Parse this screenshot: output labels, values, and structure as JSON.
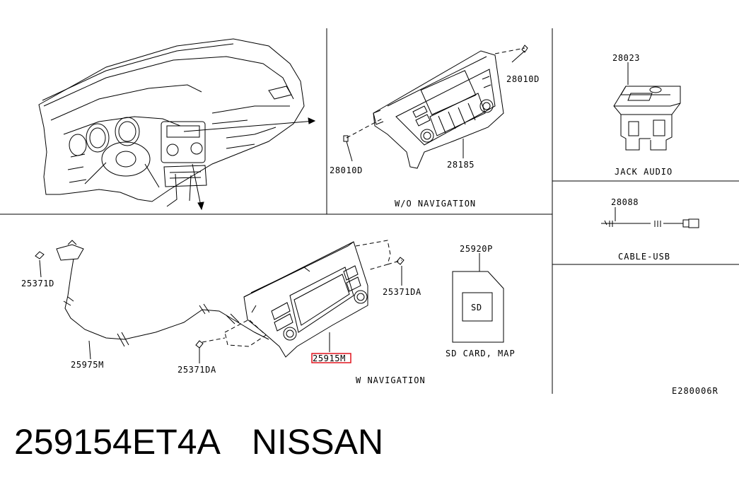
{
  "panels": {
    "wo_navigation": {
      "caption": "W/O NAVIGATION",
      "parts": [
        "28010D",
        "28010D",
        "28185"
      ]
    },
    "jack_audio": {
      "caption": "JACK AUDIO",
      "part": "28023"
    },
    "cable_usb": {
      "caption": "CABLE-USB",
      "part": "28088"
    },
    "w_navigation": {
      "caption": "W NAVIGATION",
      "parts": [
        "25371D",
        "25371DA",
        "25975M",
        "25371DA",
        "25915M"
      ],
      "highlighted_part": "25915M"
    },
    "sd_card": {
      "caption": "SD CARD, MAP",
      "part": "25920P",
      "card_label": "SD"
    }
  },
  "diagram_code": "E280006R",
  "footer": {
    "part_number": "259154ET4A",
    "brand": "NISSAN"
  },
  "colors": {
    "line": "#000000",
    "highlight": "#e0141e",
    "background": "#ffffff"
  }
}
